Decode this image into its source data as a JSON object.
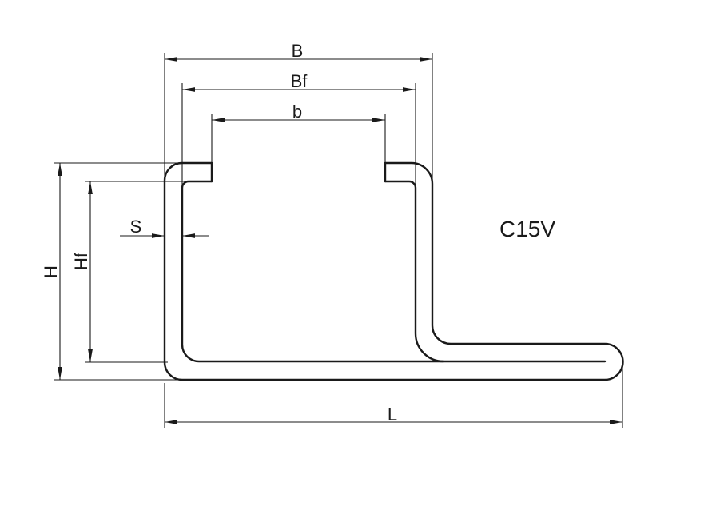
{
  "drawing": {
    "part_number": "C15V",
    "labels": {
      "B": "B",
      "Bf": "Bf",
      "b": "b",
      "S": "S",
      "H": "H",
      "Hf": "Hf",
      "L": "L"
    },
    "colors": {
      "line": "#1a1a1a",
      "background": "#ffffff"
    }
  }
}
